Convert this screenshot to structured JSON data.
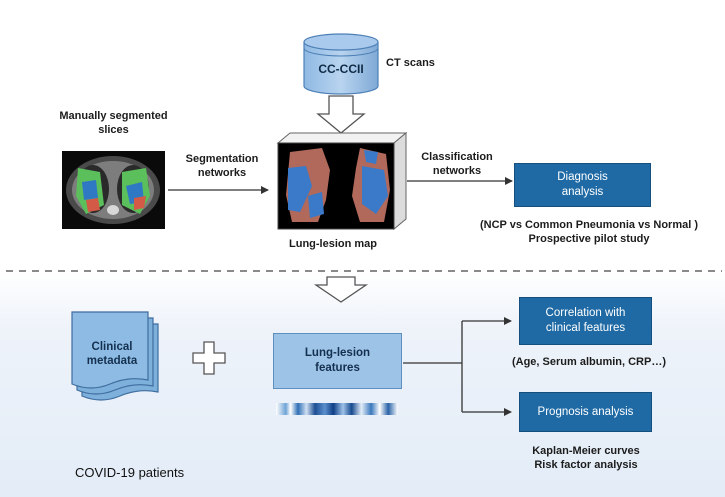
{
  "database": {
    "label": "CC-CCII",
    "caption": "CT scans"
  },
  "segmented": {
    "caption_line1": "Manually segmented",
    "caption_line2": "slices"
  },
  "segmentation": {
    "line1": "Segmentation",
    "line2": "networks"
  },
  "classification": {
    "line1": "Classification",
    "line2": "networks"
  },
  "lesion_map": {
    "caption": "Lung-lesion map"
  },
  "diagnosis": {
    "line1": "Diagnosis",
    "line2": "analysis",
    "note_line1": "(NCP vs Common Pneumonia vs Normal )",
    "note_line2": "Prospective pilot study"
  },
  "metadata": {
    "line1": "Clinical",
    "line2": "metadata"
  },
  "features": {
    "line1": "Lung-lesion",
    "line2": "features"
  },
  "correlation": {
    "line1": "Correlation with",
    "line2": "clinical features",
    "note": "(Age, Serum albumin, CRP…)"
  },
  "prognosis": {
    "label": "Prognosis analysis",
    "note_line1": "Kaplan-Meier curves",
    "note_line2": "Risk factor analysis"
  },
  "footer": {
    "label": "COVID-19 patients"
  },
  "colors": {
    "dark_box": "#1f6aa5",
    "light_box": "#9dc3e6",
    "stack": "#7eb0dc",
    "lesion": "#c66a4e",
    "lung": "#3b79c9"
  }
}
